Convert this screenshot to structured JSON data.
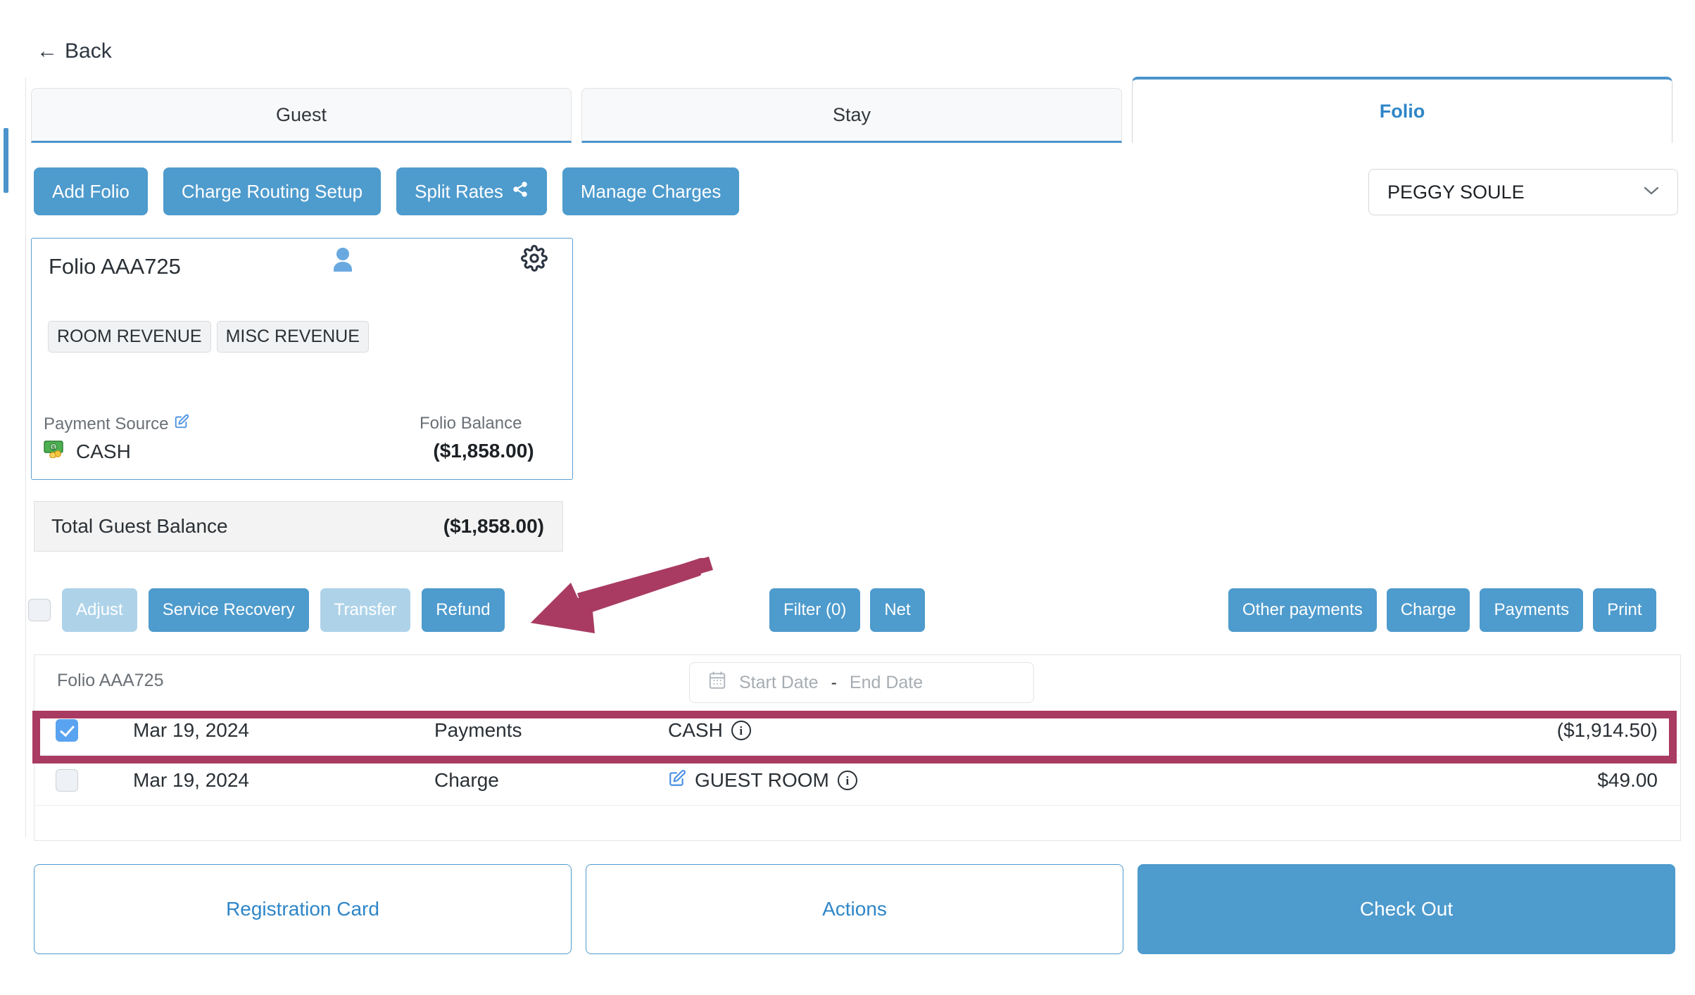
{
  "nav": {
    "back_label": "Back",
    "back_icon": "arrow-left-icon"
  },
  "tabs": [
    {
      "label": "Guest",
      "active": false
    },
    {
      "label": "Stay",
      "active": false
    },
    {
      "label": "Folio",
      "active": true
    }
  ],
  "actions": {
    "add_folio": "Add Folio",
    "charge_routing_setup": "Charge Routing Setup",
    "split_rates": "Split Rates",
    "split_rates_icon": "share-icon",
    "manage_charges": "Manage Charges"
  },
  "guest_select": {
    "value": "PEGGY SOULE",
    "icon": "chevron-down-icon"
  },
  "folio_card": {
    "title": "Folio AAA725",
    "person_icon": "person-icon",
    "gear_icon": "gear-icon",
    "chips": [
      "ROOM REVENUE",
      "MISC REVENUE"
    ],
    "payment_source_label": "Payment Source",
    "payment_source_edit_icon": "edit-pencil-icon",
    "payment_source_money_icon": "money-banknote-icon",
    "payment_source_value": "CASH",
    "folio_balance_label": "Folio Balance",
    "folio_balance_value": "($1,858.00)"
  },
  "total_balance": {
    "label": "Total Guest Balance",
    "value": "($1,858.00)"
  },
  "toolbar": {
    "select_all_checked": false,
    "left_buttons": [
      {
        "label": "Adjust",
        "disabled": true
      },
      {
        "label": "Service Recovery",
        "disabled": false
      },
      {
        "label": "Transfer",
        "disabled": true
      },
      {
        "label": "Refund",
        "disabled": false
      }
    ],
    "mid_buttons": [
      {
        "label": "Filter (0)",
        "disabled": false
      },
      {
        "label": "Net",
        "disabled": false
      }
    ],
    "right_buttons": [
      {
        "label": "Other payments",
        "disabled": false
      },
      {
        "label": "Charge",
        "disabled": false
      },
      {
        "label": "Payments",
        "disabled": false
      },
      {
        "label": "Print",
        "disabled": false
      }
    ]
  },
  "table": {
    "folio_id": "Folio AAA725",
    "date_filter": {
      "calendar_icon": "calendar-icon",
      "start_placeholder": "Start Date",
      "separator": "-",
      "end_placeholder": "End Date"
    },
    "rows": [
      {
        "checked": true,
        "date": "Mar 19, 2024",
        "type": "Payments",
        "has_edit_icon": false,
        "source": "CASH",
        "info_icon": "info-icon",
        "amount": "($1,914.50)",
        "highlighted": true
      },
      {
        "checked": false,
        "date": "Mar 19, 2024",
        "type": "Charge",
        "has_edit_icon": true,
        "edit_icon": "edit-pencil-icon",
        "source": "GUEST ROOM",
        "info_icon": "info-icon",
        "amount": "$49.00",
        "highlighted": false
      }
    ]
  },
  "footer": {
    "registration_card": "Registration Card",
    "actions": "Actions",
    "check_out": "Check Out"
  },
  "annotation": {
    "arrow_icon": "pointer-arrow-icon",
    "target": "Refund",
    "color": "#a93b62"
  },
  "colors": {
    "primary": "#4e9bcd",
    "primary_disabled": "#aed3e9",
    "accent_link": "#2e86c8",
    "annotation": "#a93b62",
    "checkbox_checked": "#5aa3f0"
  }
}
